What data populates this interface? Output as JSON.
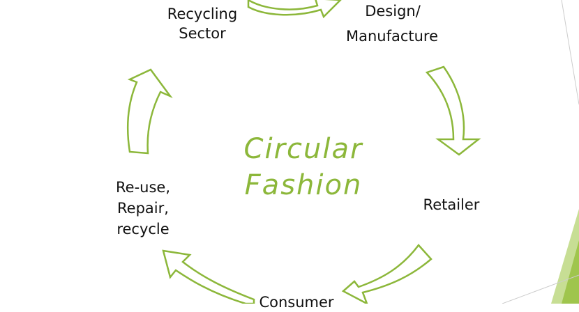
{
  "diagram": {
    "title_line1": "Circular",
    "title_line2": "Fashion",
    "nodes": {
      "recycling_line1": "Recycling",
      "recycling_line2": "Sector",
      "design_line1": "Design/",
      "design_line2": "Manufacture",
      "retailer": "Retailer",
      "reuse_line1": "Re-use,",
      "reuse_line2": "Repair,",
      "reuse_line3": "recycle",
      "consumer": "Consumer"
    }
  },
  "colors": {
    "accent": "#8cb73a",
    "text": "#111111",
    "title": "#8cb73a",
    "slide_decoration": "#8cb73a"
  }
}
